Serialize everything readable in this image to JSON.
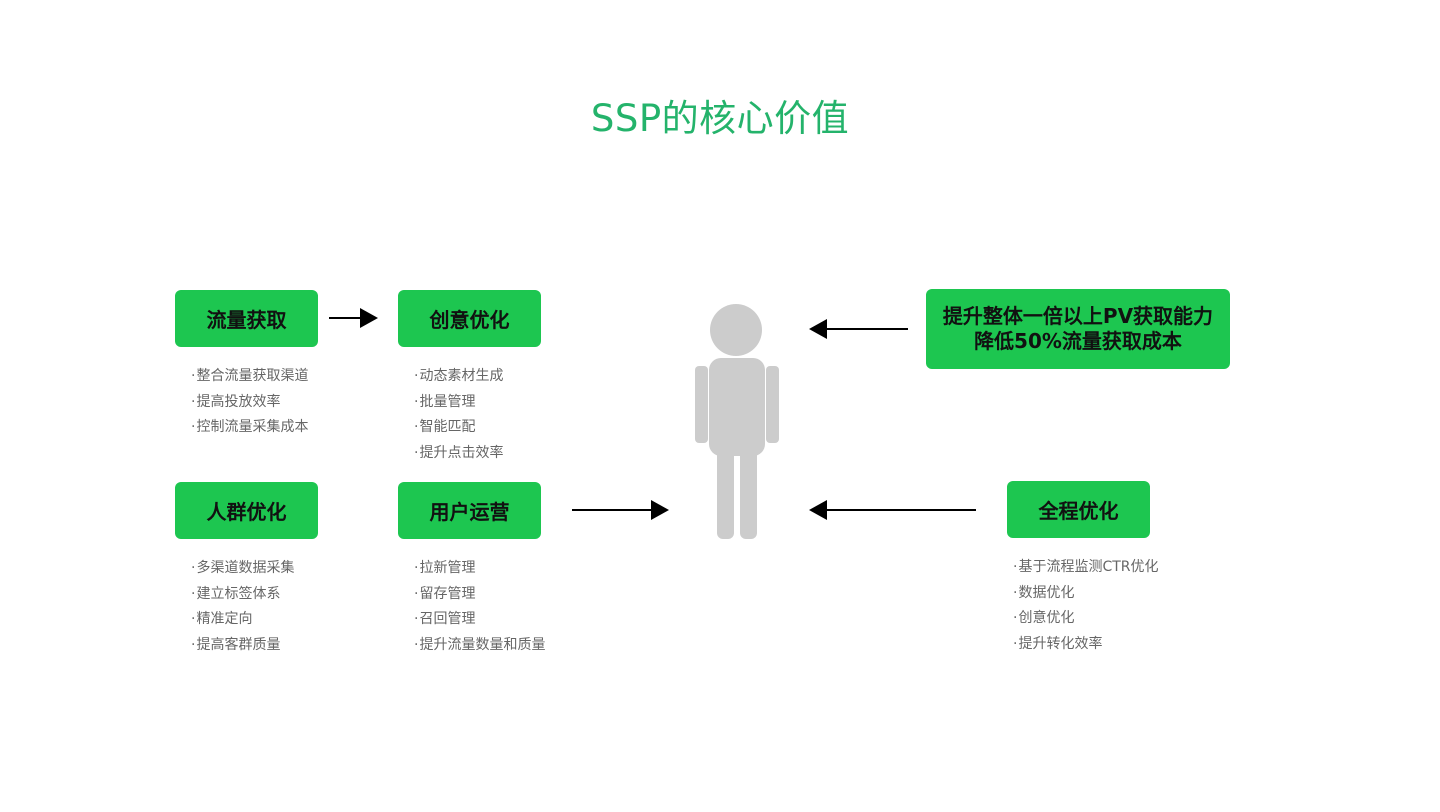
{
  "title": "SSP的核心价值",
  "boxes": {
    "traffic": "流量获取",
    "creative": "创意优化",
    "crowd": "人群优化",
    "userops": "用户运营",
    "fullflow": "全程优化",
    "outcome": {
      "line1": "提升整体一倍以上PV获取能力",
      "line2": "降低50%流量获取成本"
    }
  },
  "lists": {
    "traffic": [
      "整合流量获取渠道",
      "提高投放效率",
      "控制流量采集成本"
    ],
    "creative": [
      "动态素材生成",
      "批量管理",
      "智能匹配",
      "提升点击效率"
    ],
    "crowd": [
      "多渠道数据采集",
      "建立标签体系",
      "精准定向",
      "提高客群质量"
    ],
    "userops": [
      "拉新管理",
      "留存管理",
      "召回管理",
      "提升流量数量和质量"
    ],
    "fullflow": [
      "基于流程监测CTR优化",
      "数据优化",
      "创意优化",
      "提升转化效率"
    ]
  },
  "colors": {
    "accent": "#1dc650",
    "title": "#24b36b",
    "person": "#cccccc",
    "arrow": "#000000",
    "list_text": "#666666"
  },
  "icons": {
    "person": "person-icon",
    "arrow": "arrow-icon"
  }
}
